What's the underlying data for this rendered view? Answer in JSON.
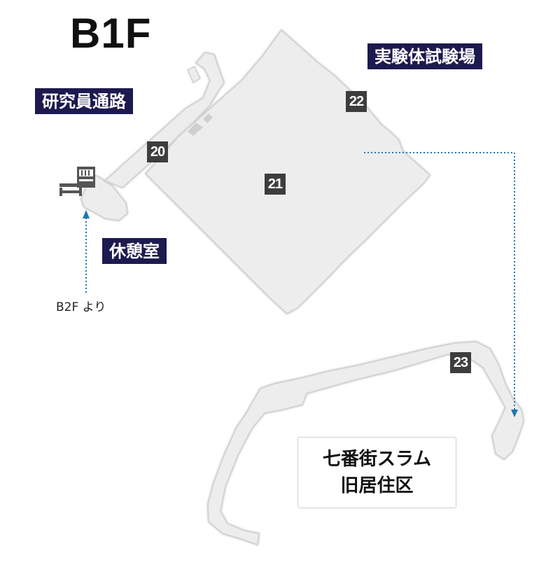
{
  "floor": {
    "title": "B1F"
  },
  "areas": {
    "experiment_field": "実験体試験場",
    "research_passage": "研究員通路",
    "break_room": "休憩室"
  },
  "rooms": {
    "r20": "20",
    "r21": "21",
    "r22": "22",
    "r23": "23"
  },
  "entrance": {
    "from_label": "B2F より"
  },
  "district": {
    "line1": "七番街スラム",
    "line2": "旧居住区"
  },
  "colors": {
    "label_bg": "#1c1a4e",
    "number_bg": "#3d3d3d",
    "floor_fill": "#ededed",
    "floor_stroke": "#d4d4d4",
    "route": "#1f78b4"
  },
  "icons": [
    "bench-icon",
    "vending-machine-icon",
    "arrow-down-icon",
    "arrow-up-icon"
  ]
}
